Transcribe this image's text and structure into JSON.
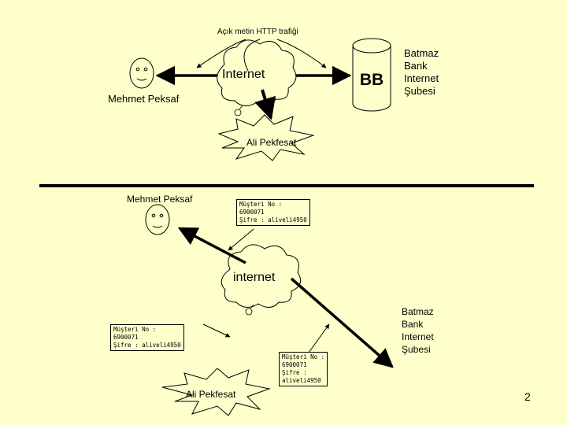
{
  "top": {
    "traffic_label": "Açık metin HTTP trafiği",
    "user_name": "Mehmet Peksaf",
    "cloud_label": "Internet",
    "bank_logo": "BB",
    "bank_name": [
      "Batmaz",
      "Bank",
      "Internet",
      "Şubesi"
    ],
    "attacker_name": "Ali Pekfesat"
  },
  "bottom": {
    "user_name": "Mehmet Peksaf",
    "cloud_label": "internet",
    "bank_name": [
      "Batmaz",
      "Bank",
      "Internet",
      "Şubesi"
    ],
    "attacker_name": "Ali Pekfesat",
    "credentials_user": "Müşteri No :\n6900071\nŞifre : aliveli4950",
    "credentials_attacker": "Müşteri No :\n6900071\nŞifre : aliveli4950",
    "credentials_bank": "Müşteri No :\n6900071\nŞifre :\naliveli4950"
  },
  "page_number": "2",
  "colors": {
    "background": "#ffffcc",
    "ink": "#000000"
  },
  "icons": [
    "smiley-face-icon",
    "cloud-icon",
    "database-cylinder-icon",
    "explosion-star-icon",
    "bomb-icon"
  ]
}
